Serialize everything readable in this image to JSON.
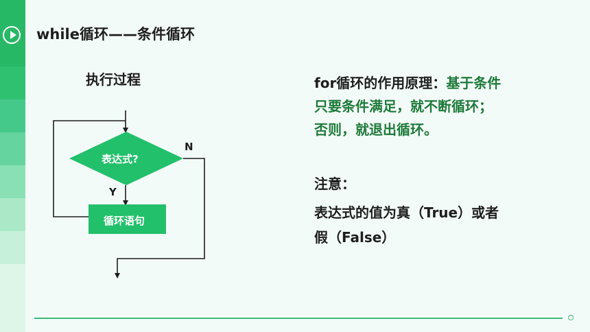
{
  "slide": {
    "title": "while循环——条件循环",
    "subtitle": "执行过程"
  },
  "flowchart": {
    "condition": "表达式?",
    "body": "循环语句",
    "no_label": "N",
    "yes_label": "Y"
  },
  "description": {
    "line1_plain": "for循环的作用原理：",
    "line1_green": "基于条件",
    "line2_green": "只要条件满足，就不断循环；",
    "line3_green": "否则，就退出循环。"
  },
  "note": {
    "heading": "注意：",
    "line1": "表达式的值为真（True）或者",
    "line2": "假（False）"
  },
  "colors": {
    "accent": "#22c06b",
    "text_green": "#1e7a3a",
    "strip": [
      "#27b866",
      "#2fc070",
      "#45c98a",
      "#66d49f",
      "#8ae0b5",
      "#aae8c8",
      "#c6f0da",
      "#ddf6e8"
    ]
  }
}
